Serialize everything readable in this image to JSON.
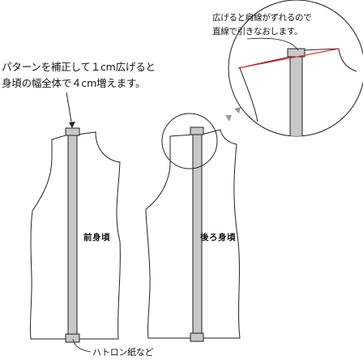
{
  "annotations": {
    "main_note": {
      "line1": "パターンを補正して１cm広げると",
      "line2": "身頃の幅全体で４cm増えます。"
    },
    "zoom_note": {
      "line1": "広げると肩線がずれるので",
      "line2": "直線で引きなおします。"
    },
    "paper_note": "ハトロン紙など"
  },
  "pieces": {
    "front": "前身頃",
    "back": "後ろ身頃"
  },
  "colors": {
    "outline": "#222222",
    "strip_fill": "#c8c8c8",
    "corrected_line": "#e03030",
    "triangle": "#999999"
  }
}
